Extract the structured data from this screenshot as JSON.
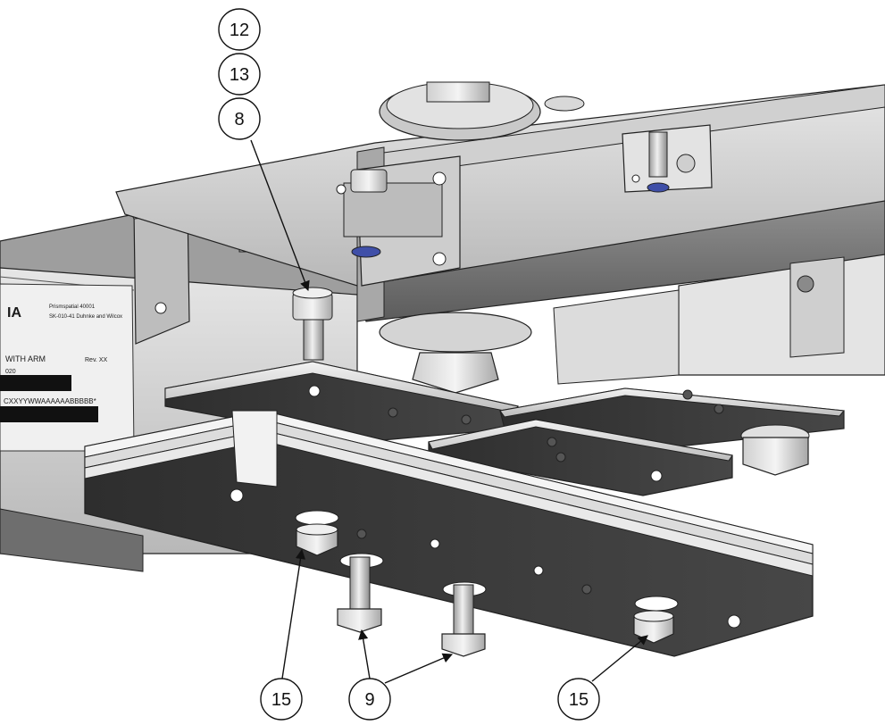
{
  "balloons": {
    "b12": "12",
    "b13": "13",
    "b8": "8",
    "b15_left": "15",
    "b9": "9",
    "b15_right": "15"
  },
  "part_label": {
    "logo": "IA",
    "line1": "Prismspatial 40001",
    "line2": "SK-010-41 Duhnke and Wilcox",
    "title": "WITH ARM",
    "rev": "Rev. XX",
    "code_partial": "020",
    "serial": "CXXYYWWAAAAAABBBBB*"
  },
  "colors": {
    "outline": "#222222",
    "steel_light": "#d9d9d9",
    "steel_mid": "#b3b3b3",
    "steel_dark": "#4a4a4a",
    "plate_dark": "#3a3a3a",
    "washer_blue": "#3f4fa8"
  }
}
